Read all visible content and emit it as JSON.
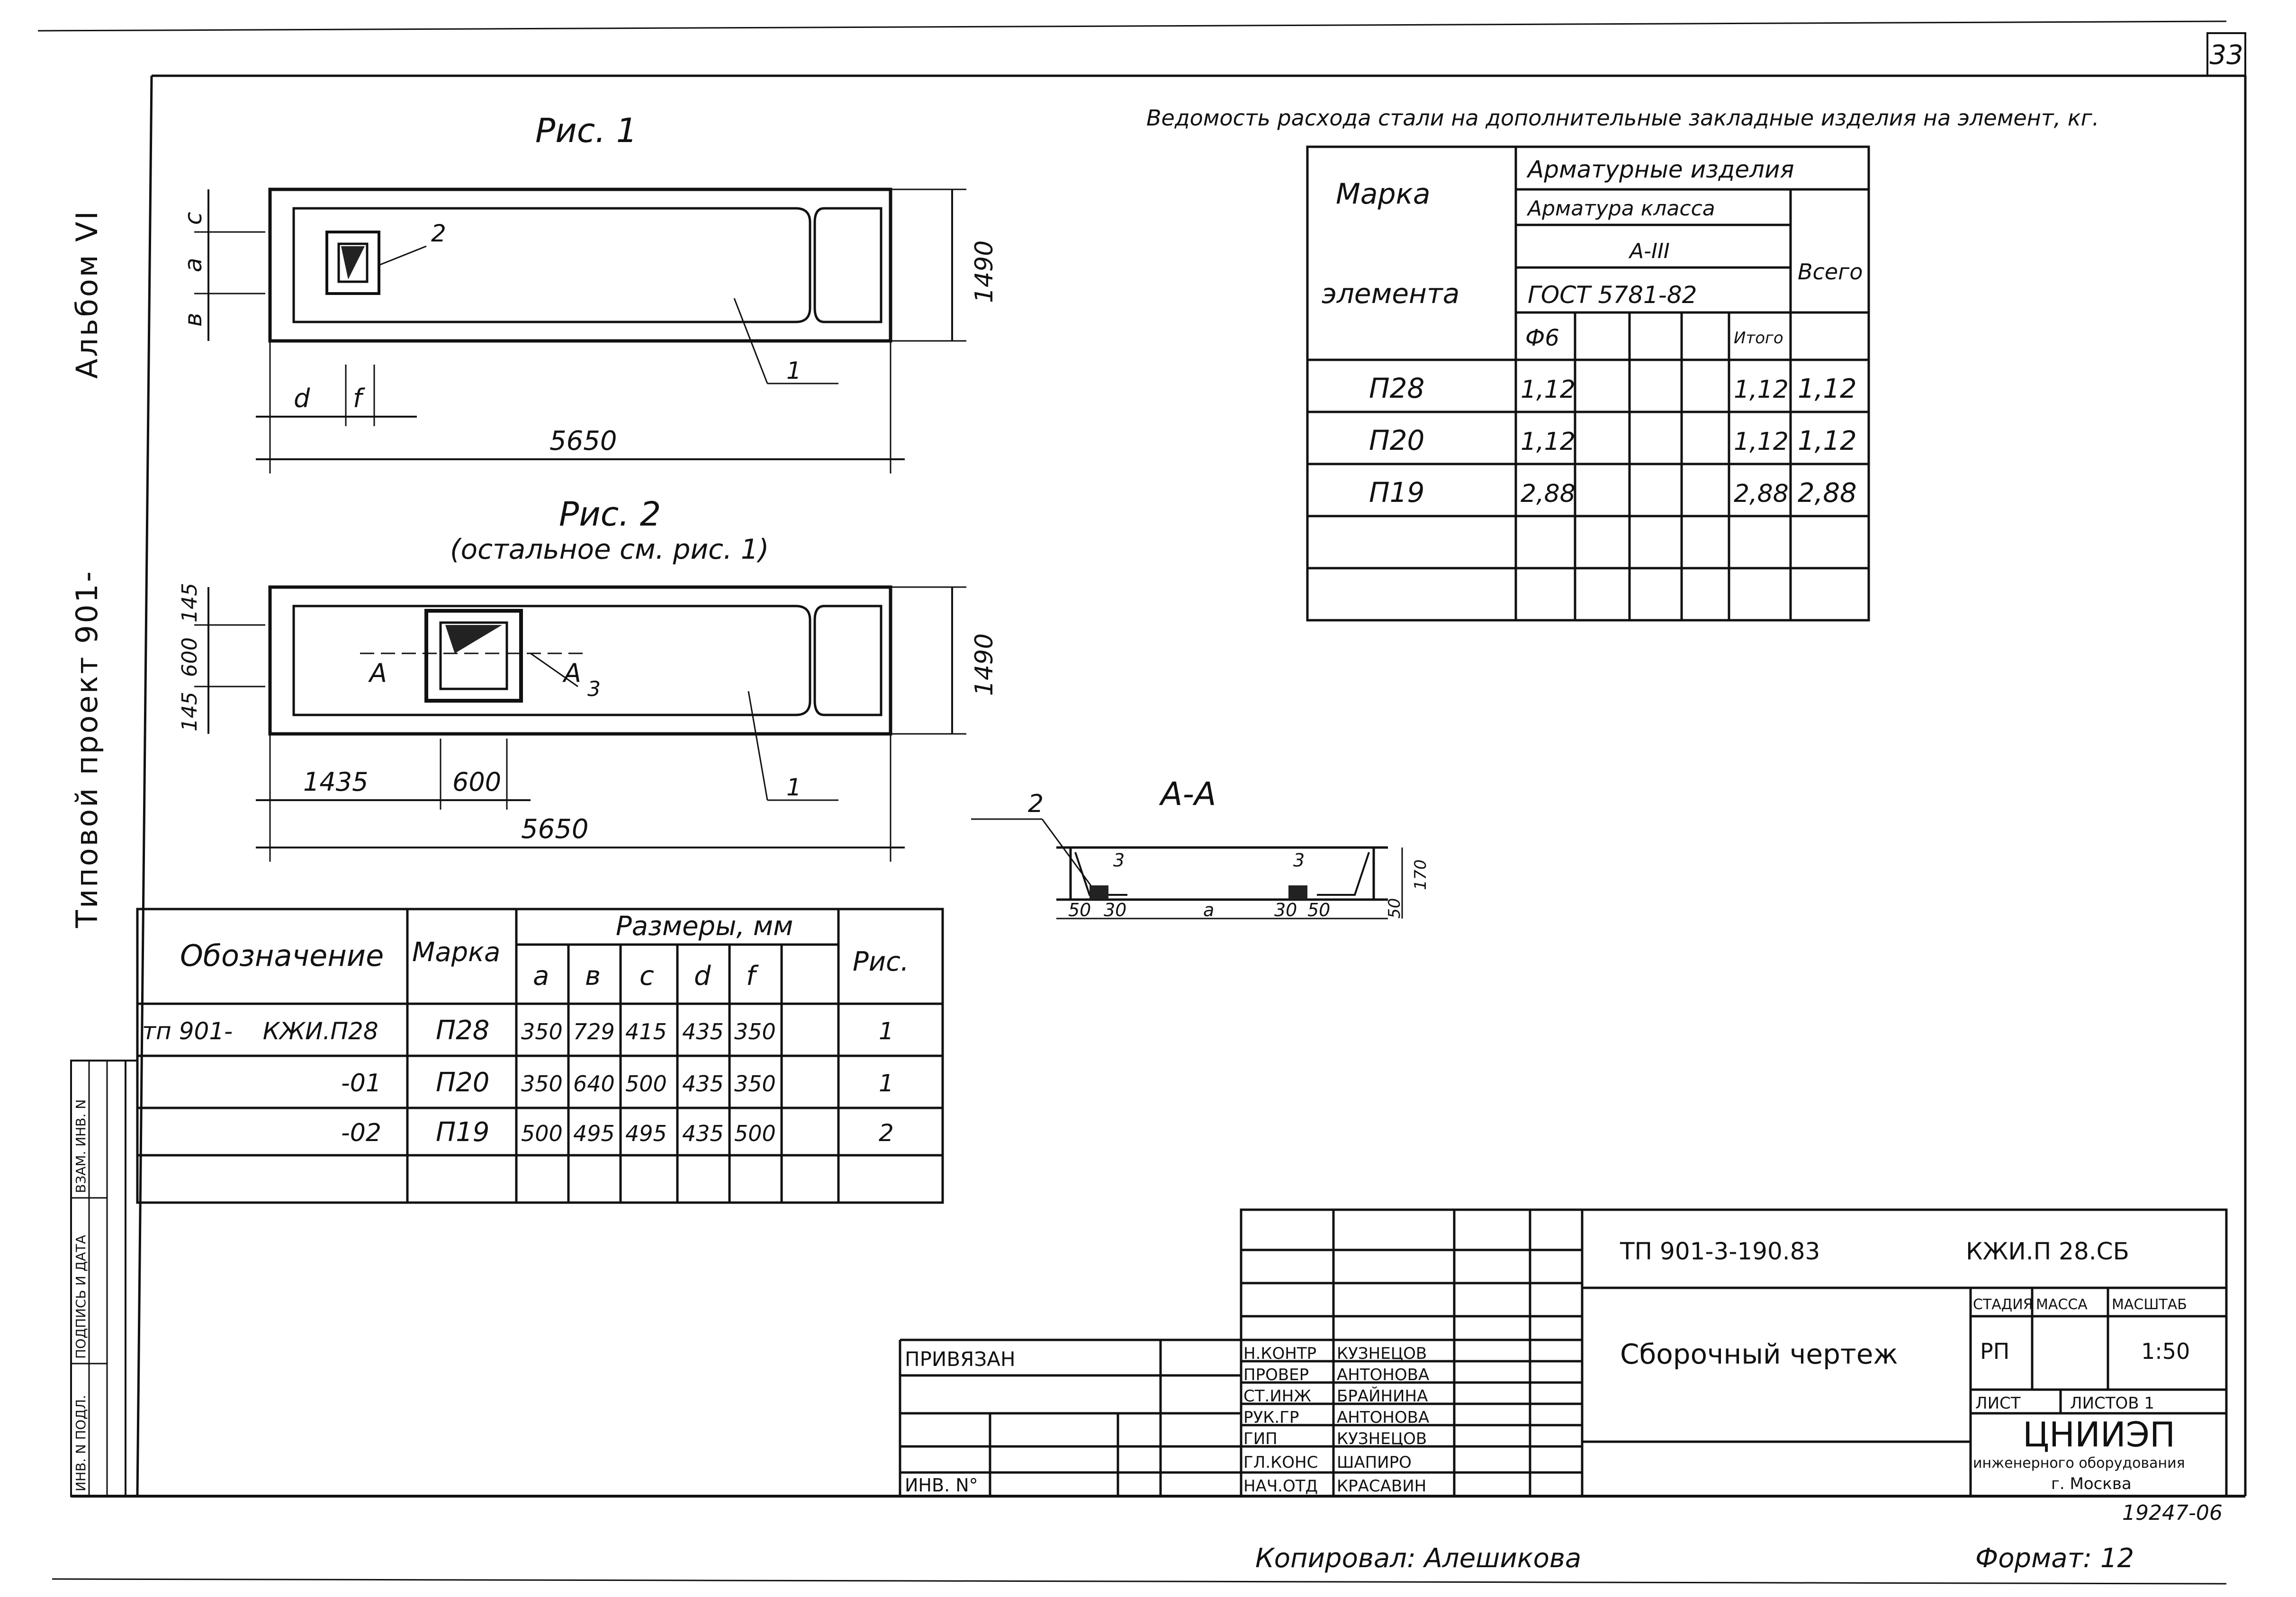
{
  "sheet_number": "33",
  "side_title": {
    "album": "Альбом VI",
    "project": "Типовой проект 901-"
  },
  "fig1": {
    "title": "Рис. 1",
    "dim_width": "5650",
    "dim_height": "1490",
    "letters": [
      "c",
      "a",
      "в",
      "d",
      "f"
    ],
    "callout_1": "1",
    "callout_2": "2"
  },
  "fig2": {
    "title": "Рис. 2",
    "subtitle": "(остальное см. рис. 1)",
    "dim_width": "5650",
    "dim_left": "1435",
    "dim_opening": "600",
    "dim_height": "1490",
    "dims_vertical": [
      "145",
      "600",
      "145"
    ],
    "section_mark": "А",
    "callout_1": "1",
    "callout_3": "3"
  },
  "section_aa": {
    "title": "А-А",
    "callout_2": "2",
    "callout_3": "3",
    "dims": [
      "50",
      "30",
      "a",
      "30",
      "50",
      "50",
      "170"
    ]
  },
  "steel_table": {
    "title": "Ведомость расхода стали на дополнительные закладные изделия на элемент, кг.",
    "header_marka": "Марка",
    "header_element": "элемента",
    "header_group": "Арматурные изделия",
    "header_class": "Арматура класса",
    "header_grade": "А-III",
    "header_gost": "ГОСТ 5781-82",
    "header_phi": "Ф6",
    "header_itogo": "Итого",
    "header_vsego": "Всего",
    "rows": [
      {
        "marka": "П28",
        "phi6": "1,12",
        "itogo": "1,12",
        "vsego": "1,12"
      },
      {
        "marka": "П20",
        "phi6": "1,12",
        "itogo": "1,12",
        "vsego": "1,12"
      },
      {
        "marka": "П19",
        "phi6": "2,88",
        "itogo": "2,88",
        "vsego": "2,88"
      }
    ]
  },
  "sizes_table": {
    "header_designation": "Обозначение",
    "header_marka": "Марка",
    "header_sizes": "Размеры, мм",
    "header_fig": "Рис.",
    "col_letters": [
      "a",
      "в",
      "c",
      "d",
      "f"
    ],
    "rows": [
      {
        "designation": "тп 901-    КЖИ.П28",
        "marka": "П28",
        "a": "350",
        "b": "729",
        "c": "415",
        "d": "435",
        "f": "350",
        "fig": "1"
      },
      {
        "designation": "-01",
        "marka": "П20",
        "a": "350",
        "b": "640",
        "c": "500",
        "d": "435",
        "f": "350",
        "fig": "1"
      },
      {
        "designation": "-02",
        "marka": "П19",
        "a": "500",
        "b": "495",
        "c": "495",
        "d": "435",
        "f": "500",
        "fig": "2"
      }
    ]
  },
  "stamp_left": {
    "col1": "ИНВ. N ПОДЛ.",
    "col2": "ПОДПИСЬ И ДАТА",
    "col3": "ВЗАМ. ИНВ. N"
  },
  "title_block": {
    "privyazan": "ПРИВЯЗАН",
    "inv_no": "ИНВ. N°",
    "roles": [
      {
        "role": "Н.КОНТР",
        "name": "КУЗНЕЦОВ"
      },
      {
        "role": "ПРОВЕР",
        "name": "АНТОНОВА"
      },
      {
        "role": "СТ.ИНЖ",
        "name": "БРАЙНИНА"
      },
      {
        "role": "РУК.ГР",
        "name": "АНТОНОВА"
      },
      {
        "role": "ГИП",
        "name": "КУЗНЕЦОВ"
      },
      {
        "role": "ГЛ.КОНС",
        "name": "ШАПИРО"
      },
      {
        "role": "НАЧ.ОТД",
        "name": "КРАСАВИН"
      }
    ],
    "project_code": "ТП 901-3-190.83",
    "doc_code": "КЖИ.П 28.СБ",
    "doc_title": "Сборочный чертеж",
    "stadiya_label": "СТАДИЯ",
    "massa_label": "МАССА",
    "masshtab_label": "МАСШТАБ",
    "stadiya": "РП",
    "masshtab": "1:50",
    "list_label": "ЛИСТ",
    "listov_label": "ЛИСТОВ 1",
    "org_name": "ЦНИИЭП",
    "org_sub": "инженерного оборудования",
    "org_city": "г. Москва",
    "archive_no": "19247-06"
  },
  "footer": {
    "copied": "Копировал: Алешикова",
    "format": "Формат: 12"
  }
}
